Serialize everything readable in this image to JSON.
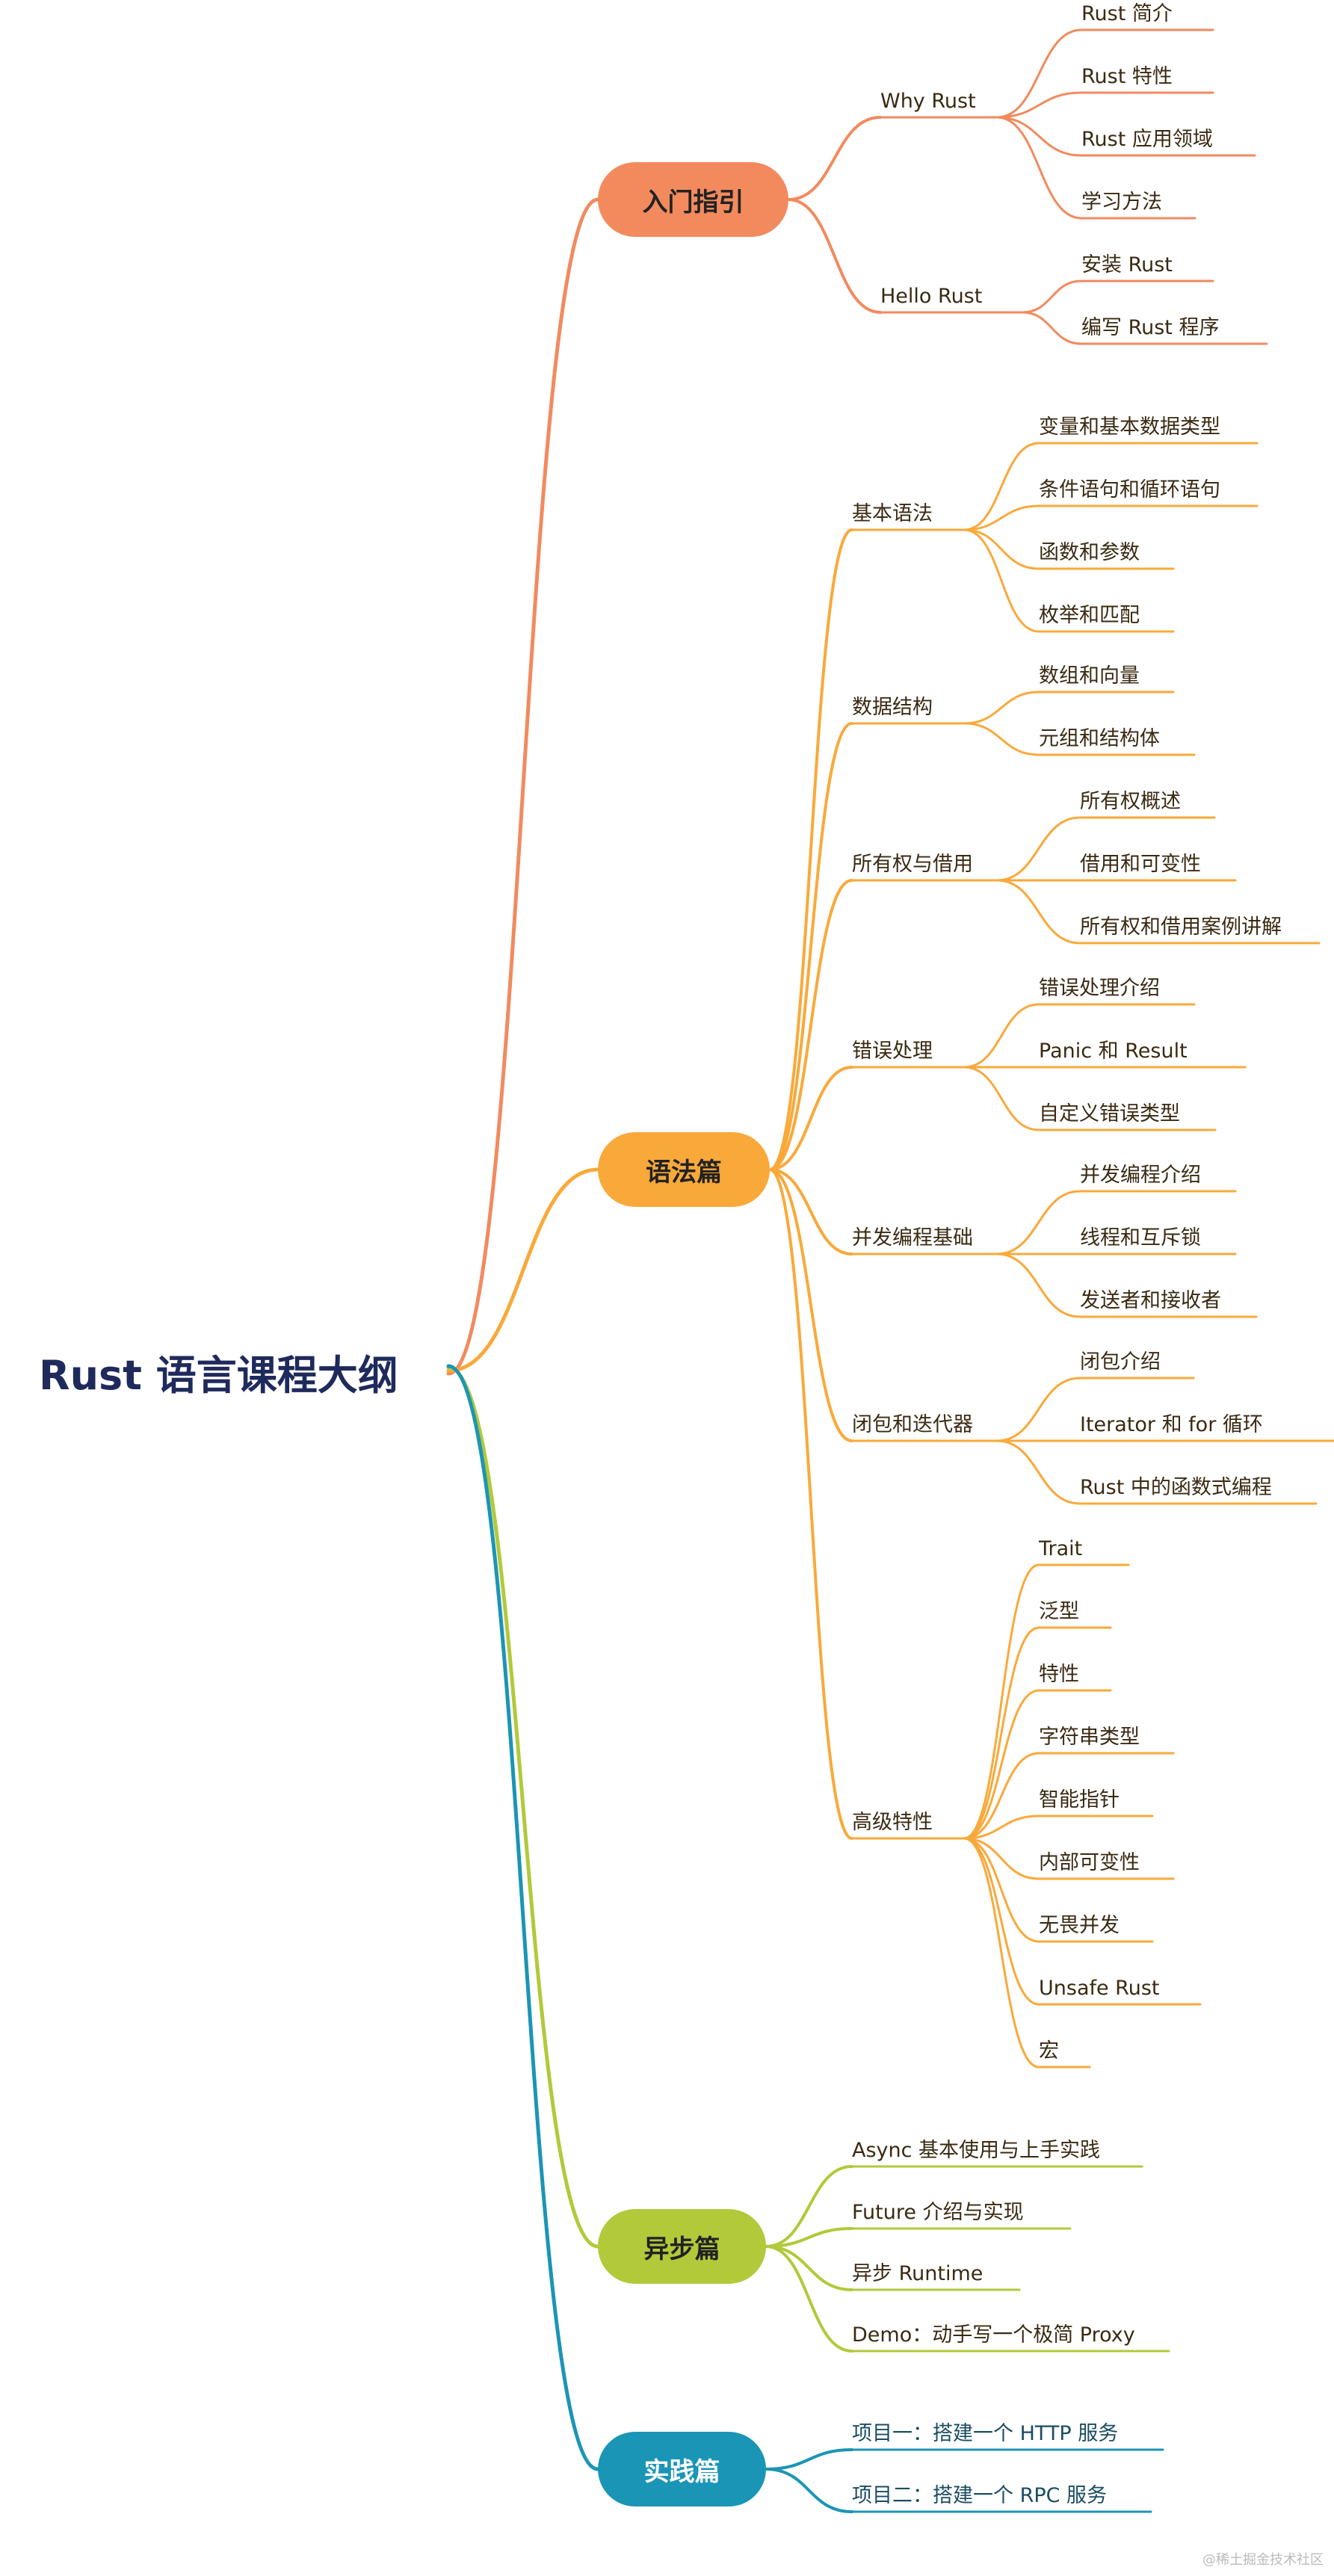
{
  "root": "Rust 语言课程大纲",
  "colors": {
    "intro": "#f28a5e",
    "syntax": "#f9a93a",
    "async": "#b2c93a",
    "practice": "#1b95b5",
    "root_text": "#1f2a5c",
    "label_text": "#3a2a12"
  },
  "sections": [
    {
      "title": "入门指引",
      "color_key": "intro",
      "groups": [
        {
          "label": "Why Rust",
          "items": [
            "Rust 简介",
            "Rust 特性",
            "Rust 应用领域",
            "学习方法"
          ]
        },
        {
          "label": "Hello Rust",
          "items": [
            "安装 Rust",
            "编写 Rust 程序"
          ]
        }
      ]
    },
    {
      "title": "语法篇",
      "color_key": "syntax",
      "groups": [
        {
          "label": "基本语法",
          "items": [
            "变量和基本数据类型",
            "条件语句和循环语句",
            "函数和参数",
            "枚举和匹配"
          ]
        },
        {
          "label": "数据结构",
          "items": [
            "数组和向量",
            "元组和结构体"
          ]
        },
        {
          "label": "所有权与借用",
          "items": [
            "所有权概述",
            "借用和可变性",
            "所有权和借用案例讲解"
          ]
        },
        {
          "label": "错误处理",
          "items": [
            "错误处理介绍",
            "Panic 和 Result",
            "自定义错误类型"
          ]
        },
        {
          "label": "并发编程基础",
          "items": [
            "并发编程介绍",
            "线程和互斥锁",
            "发送者和接收者"
          ]
        },
        {
          "label": "闭包和迭代器",
          "items": [
            "闭包介绍",
            "Iterator 和 for 循环",
            "Rust 中的函数式编程"
          ]
        },
        {
          "label": "高级特性",
          "items": [
            "Trait",
            "泛型",
            "特性",
            "字符串类型",
            "智能指针",
            "内部可变性",
            "无畏并发",
            "Unsafe Rust",
            "宏"
          ]
        }
      ]
    },
    {
      "title": "异步篇",
      "color_key": "async",
      "items": [
        "Async 基本使用与上手实践",
        "Future 介绍与实现",
        "异步 Runtime",
        "Demo：动手写一个极简 Proxy"
      ]
    },
    {
      "title": "实践篇",
      "color_key": "practice",
      "items": [
        "项目一：搭建一个 HTTP 服务",
        "项目二：搭建一个 RPC 服务"
      ]
    }
  ],
  "watermark": "@稀土掘金技术社区"
}
